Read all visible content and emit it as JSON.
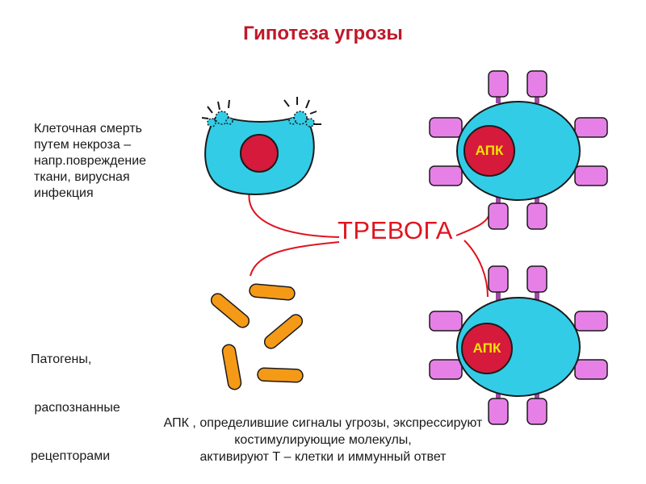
{
  "title": "Гипотеза угрозы",
  "necrosis_text": [
    "Клеточная смерть",
    "путем некроза –",
    "напр.повреждение",
    "ткани, вирусная",
    "инфекция"
  ],
  "pathogen_text": [
    "Патогены,",
    " распознанные",
    "рецепторами"
  ],
  "alarm_label": "ТРЕВОГА",
  "apc_label_top": "АПК",
  "apc_label_bottom": "АПК",
  "bottom_text": [
    "АПК , определившие сигналы угрозы, экспрессируют",
    "костимулирующие молекулы,",
    "активируют Т – клетки и иммунный ответ"
  ],
  "colors": {
    "title": "#c0182a",
    "cell": "#33cce6",
    "nucleus": "#d61a3c",
    "receptor": "#e680e6",
    "pathogen": "#f59a16",
    "alarm": "#e0141e"
  }
}
